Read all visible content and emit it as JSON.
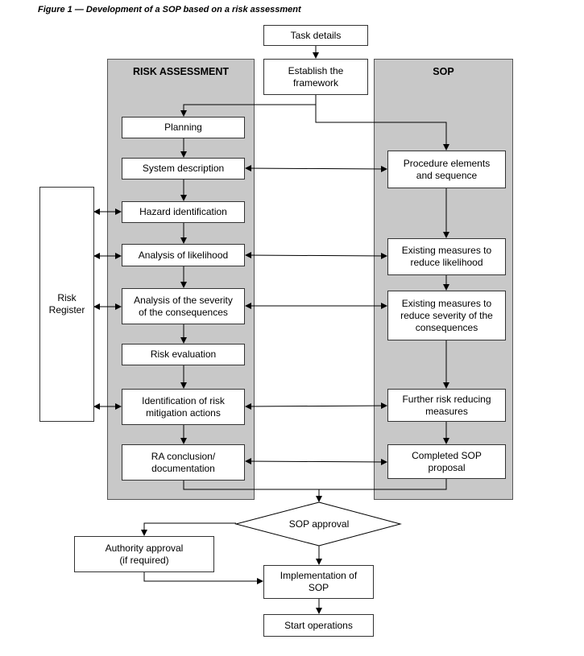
{
  "figure_caption": "Figure 1 — Development of a SOP based on a risk assessment",
  "panels": {
    "risk_assessment_title": "RISK ASSESSMENT",
    "sop_title": "SOP"
  },
  "top": {
    "task_details": "Task details",
    "establish_framework": "Establish the\nframework"
  },
  "risk_register": "Risk\nRegister",
  "ra_steps": {
    "planning": "Planning",
    "system_description": "System description",
    "hazard_identification": "Hazard identification",
    "analysis_likelihood": "Analysis of likelihood",
    "analysis_severity": "Analysis of the severity\nof the consequences",
    "risk_evaluation": "Risk evaluation",
    "mitigation_actions": "Identification of risk\nmitigation actions",
    "ra_conclusion": "RA conclusion/\ndocumentation"
  },
  "sop_steps": {
    "procedure_elements": "Procedure elements\nand sequence",
    "measures_likelihood": "Existing measures to\nreduce likelihood",
    "measures_severity": "Existing measures to\nreduce severity of the\nconsequences",
    "further_measures": "Further risk reducing\nmeasures",
    "completed_sop": "Completed SOP\nproposal"
  },
  "bottom": {
    "sop_approval": "SOP approval",
    "authority_approval": "Authority approval\n(if required)",
    "implementation": "Implementation of\nSOP",
    "start_operations": "Start operations"
  }
}
